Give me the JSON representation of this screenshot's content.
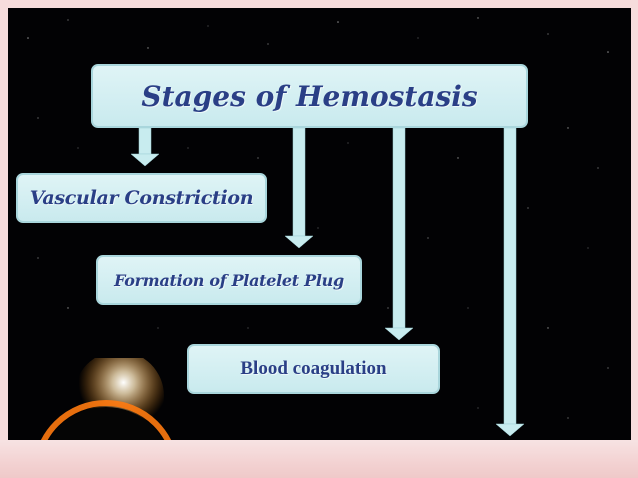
{
  "diagram": {
    "title": "Stages  of Hemostasis",
    "stages": [
      {
        "label": "Vascular Constriction"
      },
      {
        "label": "Formation of Platelet Plug"
      },
      {
        "label": "Blood coagulation"
      }
    ]
  },
  "colors": {
    "box_fill": "#d3eef1",
    "box_text": "#2a3f86",
    "arrow": "#c8ecef",
    "slide_background": "#020204",
    "frame": "#f6dcdc"
  }
}
